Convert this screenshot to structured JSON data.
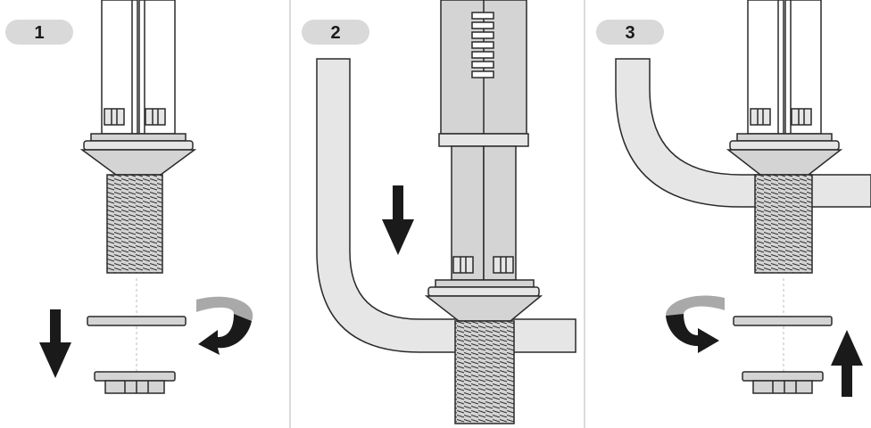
{
  "panels": [
    {
      "step": "1"
    },
    {
      "step": "2"
    },
    {
      "step": "3"
    }
  ],
  "colors": {
    "outline": "#2a2a2a",
    "fill_light": "#e6e6e6",
    "fill_mid": "#d4d4d4",
    "badge": "#d9d9d9",
    "arrow_dark": "#1a1a1a",
    "arrow_light": "#a9a9a9",
    "divider": "#cfcfcf"
  }
}
